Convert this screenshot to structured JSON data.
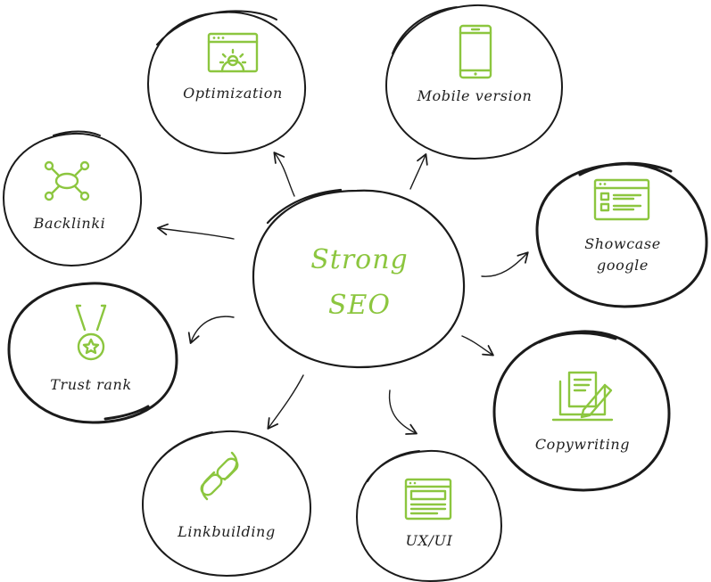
{
  "center": {
    "line1": "Strong",
    "line2": "SEO"
  },
  "nodes": {
    "optimization": "Optimization",
    "mobile": "Mobile version",
    "backlinki": "Backlinki",
    "showcase_line1": "Showcase",
    "showcase_line2": "google",
    "trust": "Trust rank",
    "copywriting": "Copywriting",
    "linkbuilding": "Linkbuilding",
    "uxui": "UX/UI"
  },
  "colors": {
    "accent": "#8cc63f",
    "ink": "#1b1b1b"
  }
}
